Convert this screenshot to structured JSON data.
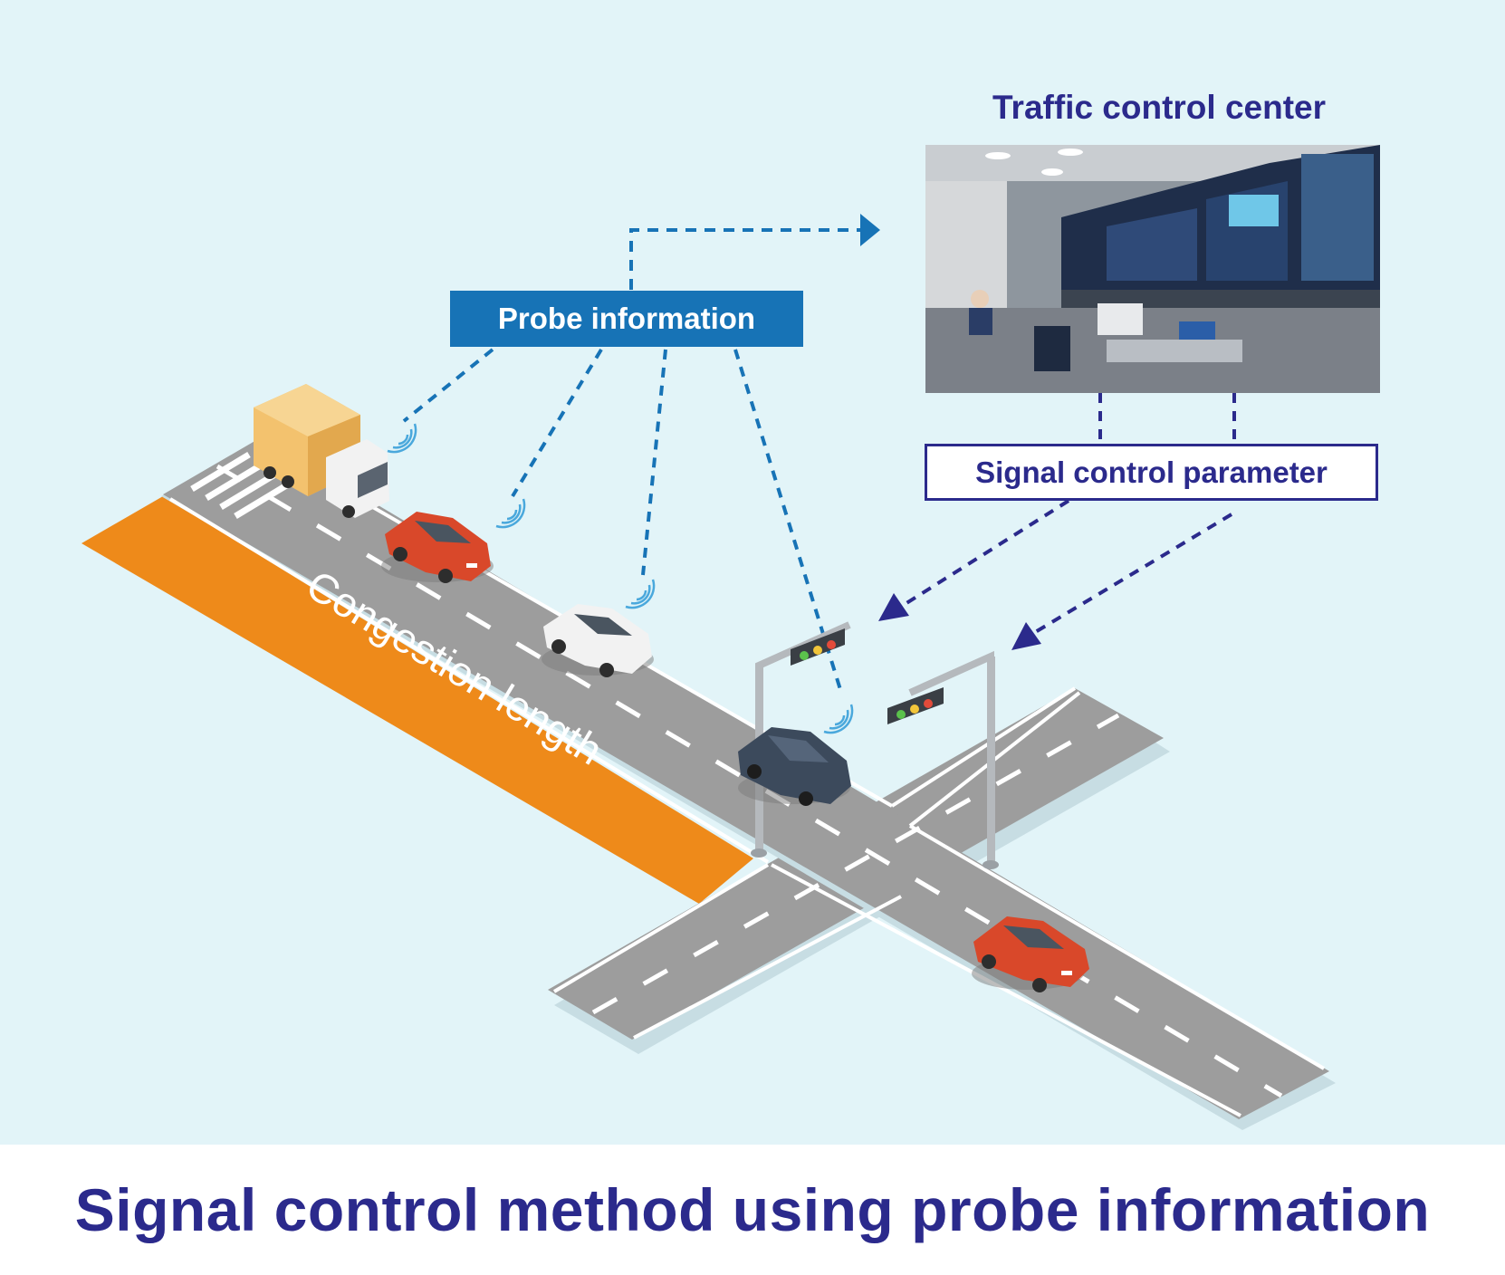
{
  "diagram": {
    "center_title": "Traffic control center",
    "probe_label": "Probe information",
    "param_label": "Signal control parameter",
    "congestion_label": "Congestion length",
    "main_title": "Signal control method using probe information"
  },
  "colors": {
    "background": "#e2f4f8",
    "road": "#9d9d9d",
    "congestion": "#ee8a1a",
    "probe_blue": "#1773b6",
    "navy": "#2b2a8c",
    "car_red": "#d9482a",
    "car_white": "#f2f2f2",
    "car_dark": "#3c4a5c",
    "truck_cargo": "#f3c26e"
  },
  "icons": [
    "wireless-signal-icon",
    "traffic-light-icon",
    "truck-icon",
    "car-icon",
    "control-room-photo"
  ]
}
